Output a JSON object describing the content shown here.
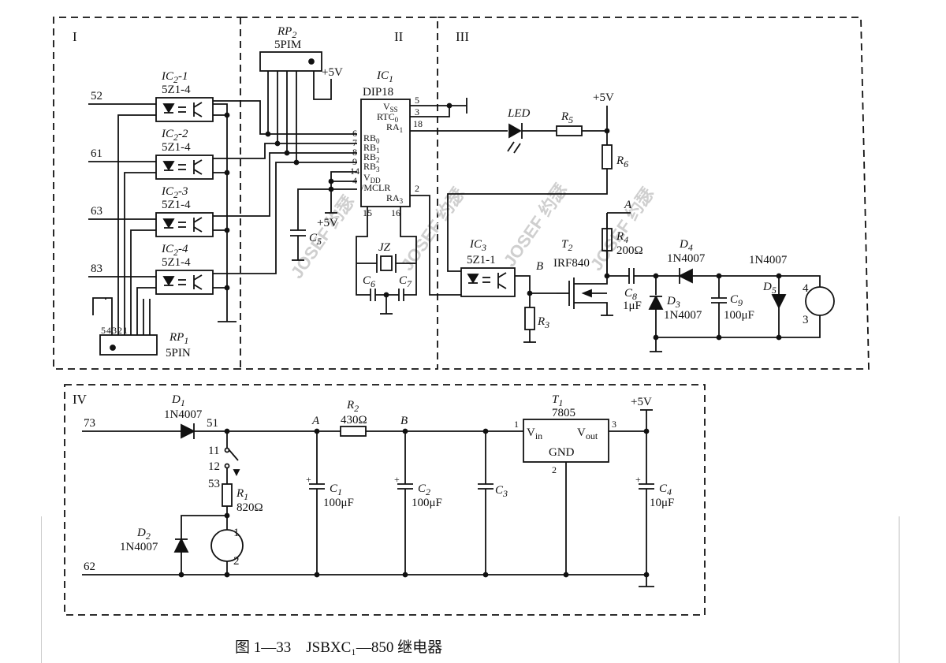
{
  "sections": {
    "s1": "I",
    "s2": "II",
    "s3": "III",
    "s4": "IV"
  },
  "ic1": {
    "ref": "IC",
    "sub": "1",
    "type": "DIP18",
    "pins": {
      "vss": "V",
      "vss_sub": "SS",
      "rtc": "RTC",
      "rtc_sub": "0",
      "ra1": "RA",
      "ra1_sub": "1",
      "rb0": "RB",
      "rb0_sub": "0",
      "rb1": "RB",
      "rb1_sub": "1",
      "rb2": "RB",
      "rb2_sub": "2",
      "rb3": "RB",
      "rb3_sub": "3",
      "vdd": "V",
      "vdd_sub": "DD",
      "mclr": "/MCLR",
      "ra3": "RA",
      "ra3_sub": "3"
    },
    "pin_numbers": [
      "5",
      "3",
      "18",
      "6",
      "7",
      "8",
      "9",
      "14",
      "4",
      "2",
      "15",
      "16"
    ]
  },
  "rp2": {
    "ref": "RP",
    "sub": "2",
    "type": "5PIM"
  },
  "rp1": {
    "ref": "RP",
    "sub": "1",
    "type": "5PIN",
    "pins": [
      "5",
      "4",
      "3",
      "2",
      "1"
    ]
  },
  "optocouplers": [
    {
      "ref": "IC",
      "sub": "2",
      "suffix": "-1",
      "type": "5Z1-4",
      "input": "52"
    },
    {
      "ref": "IC",
      "sub": "2",
      "suffix": "-2",
      "type": "5Z1-4",
      "input": "61"
    },
    {
      "ref": "IC",
      "sub": "2",
      "suffix": "-3",
      "type": "5Z1-4",
      "input": "63"
    },
    {
      "ref": "IC",
      "sub": "2",
      "suffix": "-4",
      "type": "5Z1-4",
      "input": "83"
    }
  ],
  "ic3": {
    "ref": "IC",
    "sub": "3",
    "type": "5Z1-1"
  },
  "supply": "+5V",
  "crystal": "JZ",
  "caps": {
    "c5": "C",
    "c5_sub": "5",
    "c6": "C",
    "c6_sub": "6",
    "c7": "C",
    "c7_sub": "7",
    "c8": "C",
    "c8_sub": "8",
    "c8_val": "1μF",
    "c9": "C",
    "c9_sub": "9",
    "c9_val": "100μF",
    "c1": "C",
    "c1_sub": "1",
    "c1_val": "100μF",
    "c2": "C",
    "c2_sub": "2",
    "c2_val": "100μF",
    "c3": "C",
    "c3_sub": "3",
    "c4": "C",
    "c4_sub": "4",
    "c4_val": "10μF"
  },
  "resistors": {
    "r5": "R",
    "r5_sub": "5",
    "r6": "R",
    "r6_sub": "6",
    "r4": "R",
    "r4_sub": "4",
    "r4_val": "200Ω",
    "r3": "R",
    "r3_sub": "3",
    "r2": "R",
    "r2_sub": "2",
    "r2_val": "430Ω",
    "r1": "R",
    "r1_sub": "1",
    "r1_val": "820Ω"
  },
  "led": "LED",
  "t2": {
    "ref": "T",
    "sub": "2",
    "type": "IRF840"
  },
  "t1": {
    "ref": "T",
    "sub": "1",
    "type": "7805",
    "vin": "V",
    "vin_sub": "in",
    "vout": "V",
    "vout_sub": "out",
    "gnd": "GND",
    "pin1": "1",
    "pin2": "2",
    "pin3": "3"
  },
  "diodes": {
    "d4": "D",
    "d4_sub": "4",
    "d4_type": "1N4007",
    "d3": "D",
    "d3_sub": "3",
    "d3_type": "1N4007",
    "d5": "D",
    "d5_sub": "5",
    "d5_type": "1N4007",
    "d1": "D",
    "d1_sub": "1",
    "d1_type": "1N4007",
    "d2": "D",
    "d2_sub": "2",
    "d2_type": "1N4007"
  },
  "nodes": {
    "a": "A",
    "b": "B"
  },
  "terminals": {
    "t73": "73",
    "t62": "62",
    "t51": "51",
    "t11": "11",
    "t12": "12",
    "t53": "53",
    "coil_top_out": "4",
    "coil_bot_out": "3",
    "coil_top_in": "1",
    "coil_bot_in": "2"
  },
  "watermark": [
    "JOSEF 约瑟",
    "JOSEF 约瑟",
    "JOSEF 约瑟",
    "JOSEF 约瑟"
  ],
  "caption": "图 1—33　JSBXC₁—850 继电器"
}
